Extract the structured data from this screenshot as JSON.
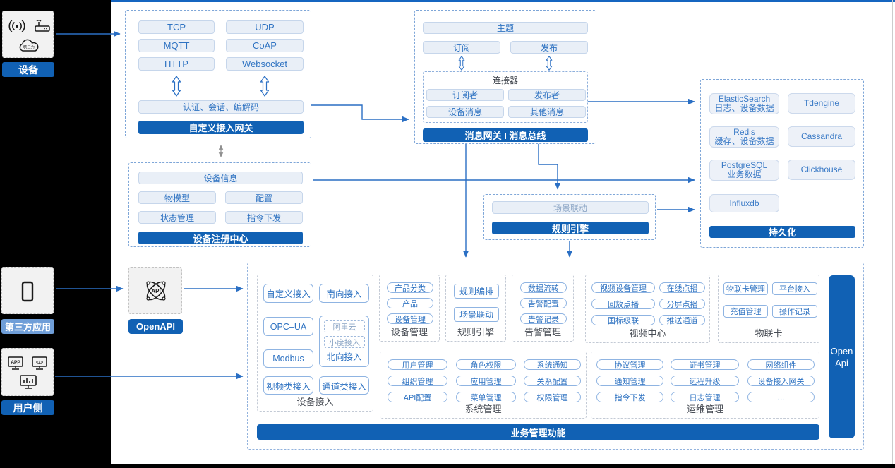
{
  "left_panel": {
    "device": {
      "label": "设备",
      "cloud_text": "第三方"
    },
    "third_party": {
      "label": "第三方应用"
    },
    "user_side": {
      "label": "用户侧"
    }
  },
  "custom_gateway": {
    "title": "自定义接入网关",
    "protocols": [
      "TCP",
      "UDP",
      "MQTT",
      "CoAP",
      "HTTP",
      "Websocket"
    ],
    "session": "认证、会话、编解码"
  },
  "message_bus": {
    "title": "消息网关 I 消息总线",
    "topic": "主题",
    "subscribe": "订阅",
    "publish": "发布",
    "connector": {
      "title": "连接器",
      "items": [
        "订阅者",
        "发布者",
        "设备消息",
        "其他消息"
      ]
    }
  },
  "device_registry": {
    "title": "设备注册中心",
    "info": "设备信息",
    "items": [
      "物模型",
      "配置",
      "状态管理",
      "指令下发"
    ]
  },
  "rule_engine": {
    "title": "规则引擎",
    "scene": "场景联动"
  },
  "persistence": {
    "title": "持久化",
    "stores": [
      {
        "name": "ElasticSearch",
        "desc": "日志、设备数据"
      },
      {
        "name": "Tdengine",
        "desc": ""
      },
      {
        "name": "Redis",
        "desc": "缓存、设备数据"
      },
      {
        "name": "Cassandra",
        "desc": ""
      },
      {
        "name": "PostgreSQL",
        "desc": "业务数据"
      },
      {
        "name": "Clickhouse",
        "desc": ""
      },
      {
        "name": "Influxdb",
        "desc": ""
      }
    ]
  },
  "openapi": {
    "label": "OpenAPI"
  },
  "business": {
    "title": "业务管理功能",
    "open_api_bar": {
      "line1": "Open",
      "line2": "Api"
    },
    "device_access": {
      "label": "设备接入",
      "items": [
        "自定义接入",
        "南向接入",
        "OPC–UA",
        "Modbus",
        "视频类接入",
        "通道类接入"
      ],
      "north": {
        "label": "北向接入",
        "items": [
          "阿里云",
          "小度接入"
        ]
      }
    },
    "device_mgmt": {
      "label": "设备管理",
      "items": [
        "产品分类",
        "产品",
        "设备管理"
      ]
    },
    "rule_engine": {
      "label": "规则引擎",
      "items": [
        "规则编排",
        "场景联动"
      ]
    },
    "alarm_mgmt": {
      "label": "告警管理",
      "items": [
        "数据流转",
        "告警配置",
        "告警记录"
      ]
    },
    "video_center": {
      "label": "视频中心",
      "items": [
        "视频设备管理",
        "在线点播",
        "回放点播",
        "分屏点播",
        "国标级联",
        "推送通道"
      ]
    },
    "iot_card": {
      "label": "物联卡",
      "items": [
        "物联卡管理",
        "平台接入",
        "充值管理",
        "操作记录"
      ]
    },
    "system_mgmt": {
      "label": "系统管理",
      "items": [
        "用户管理",
        "角色权限",
        "系统通知",
        "组织管理",
        "应用管理",
        "关系配置",
        "API配置",
        "菜单管理",
        "权限管理"
      ]
    },
    "ops_mgmt": {
      "label": "运维管理",
      "items": [
        "协议管理",
        "证书管理",
        "网络组件",
        "通知管理",
        "远程升级",
        "设备接入网关",
        "指令下发",
        "日志管理",
        "..."
      ]
    }
  }
}
